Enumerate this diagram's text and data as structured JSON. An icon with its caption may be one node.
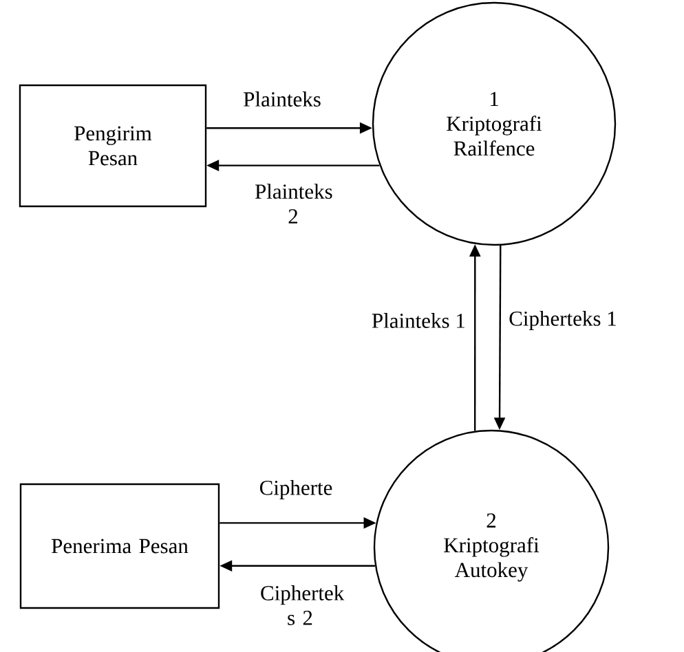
{
  "diagram": {
    "nodes": [
      {
        "text": [
          "Pengirim Pesan"
        ]
      },
      {
        "text": [
          "1",
          "Kriptografi Railfence"
        ]
      },
      {
        "text": [
          "Penerima Pesan"
        ]
      },
      {
        "text": [
          "2",
          "Kriptografi Autokey"
        ]
      }
    ],
    "edges": [
      {
        "from": 0,
        "to": 1,
        "arrow": "to",
        "label": "Plainteks"
      },
      {
        "from": 1,
        "to": 0,
        "arrow": "to",
        "label": "Plainteks 2"
      },
      {
        "from": 3,
        "to": 1,
        "arrow": "to",
        "label": "Plainteks 1"
      },
      {
        "from": 1,
        "to": 3,
        "arrow": "to",
        "label": "Cipherteks 1"
      },
      {
        "from": 2,
        "to": 3,
        "arrow": "to",
        "label": "Cipherte"
      },
      {
        "from": 3,
        "to": 2,
        "arrow": "to",
        "label": "Ciphertek s 2"
      }
    ]
  }
}
